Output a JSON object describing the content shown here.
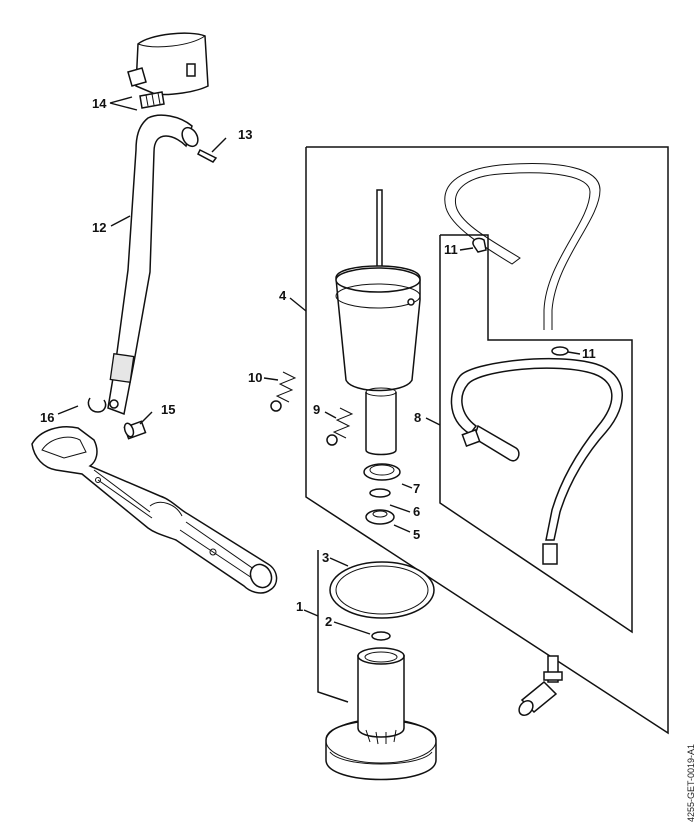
{
  "callouts": [
    {
      "id": "c1",
      "text": "1"
    },
    {
      "id": "c2",
      "text": "2"
    },
    {
      "id": "c3",
      "text": "3"
    },
    {
      "id": "c4",
      "text": "4"
    },
    {
      "id": "c5",
      "text": "5"
    },
    {
      "id": "c6",
      "text": "6"
    },
    {
      "id": "c7",
      "text": "7"
    },
    {
      "id": "c8",
      "text": "8"
    },
    {
      "id": "c9",
      "text": "9"
    },
    {
      "id": "c10",
      "text": "10"
    },
    {
      "id": "c11a",
      "text": "11"
    },
    {
      "id": "c11b",
      "text": "11"
    },
    {
      "id": "c12",
      "text": "12"
    },
    {
      "id": "c13",
      "text": "13"
    },
    {
      "id": "c14",
      "text": "14"
    },
    {
      "id": "c15",
      "text": "15"
    },
    {
      "id": "c16",
      "text": "16"
    }
  ],
  "document_id": "4255-GET-0019-A1"
}
